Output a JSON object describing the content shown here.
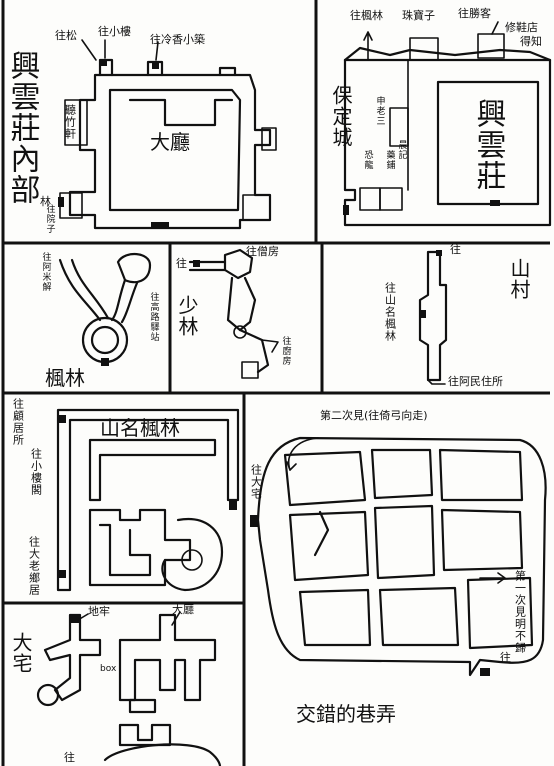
{
  "panels": {
    "inner": {
      "title": "興雲莊內部",
      "hall": "大廳",
      "room_left": "聽竹軒",
      "to_leaning": "往松",
      "to_lane": "往小樓",
      "to_exit": "往冷香小築",
      "to_forest": "林",
      "to_lower": "往院子"
    },
    "city": {
      "title": "保定城",
      "manor": "興雲莊",
      "to_maple": "往楓林",
      "to_zhubao": "珠寶子",
      "to_market": "往勝客",
      "to_repair": "修鞋店",
      "to_info": "得知",
      "lane_a": "申老三",
      "lane_b": "晨記",
      "lane_c": "恐龍",
      "lane_d": "藥鋪"
    },
    "maple": {
      "title": "楓林",
      "to_a": "往阿米解",
      "to_b": "往高路驛站"
    },
    "shaolin": {
      "title": "少林",
      "to_top": "往",
      "to_right": "往僧房",
      "to_kitchen": "往廚房"
    },
    "mountain": {
      "title": "山村",
      "to_top": "往",
      "to_left": "往山名楓林",
      "to_bottom": "往阿民住所"
    },
    "maple2": {
      "title": "山名楓林",
      "to_top": "往顧居所",
      "to_left": "往小樓閣",
      "to_bottom": "往大老鄉居"
    },
    "maze": {
      "title": "交錯的巷弄",
      "top_note": "第二次見(往倚弓向走)",
      "to_left": "往大宅",
      "to_right": "第一次見明不歸",
      "to_bottom": "往"
    },
    "mansion": {
      "title": "大宅",
      "to_top": "地牢",
      "to_hall": "大廳",
      "box": "box",
      "to_bottom": "往"
    }
  }
}
